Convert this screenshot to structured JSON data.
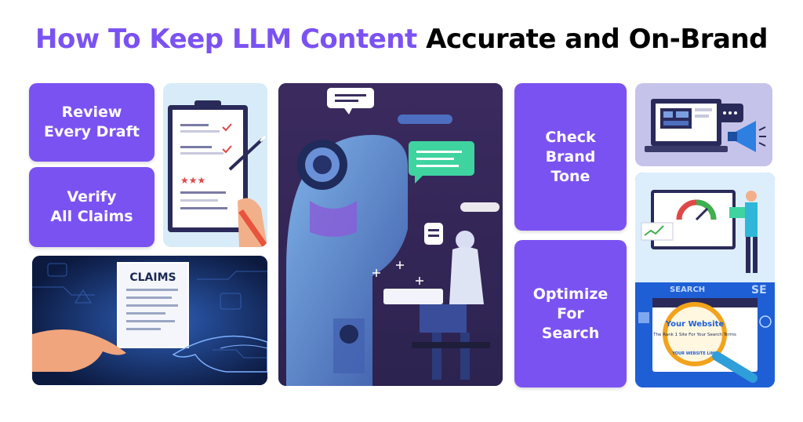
{
  "title": {
    "part1": "How To Keep LLM Content",
    "part2": "Accurate and On-Brand"
  },
  "cards": {
    "review": "Review\nEvery Draft",
    "verify": "Verify\nAll Claims",
    "brand": "Check\nBrand\nTone",
    "search": "Optimize\nFor\nSearch"
  },
  "illustrations": {
    "claims_document": "CLAIMS",
    "search_label": "SEARCH",
    "seo_label": "SE",
    "website_heading": "Your Website",
    "website_tagline": "The Rank 1 Site For Your Search Terms",
    "website_url": "YOUR WEBSITE LINK"
  },
  "colors": {
    "accent": "#7b52f2",
    "text": "#000000",
    "card_text": "#ffffff"
  }
}
